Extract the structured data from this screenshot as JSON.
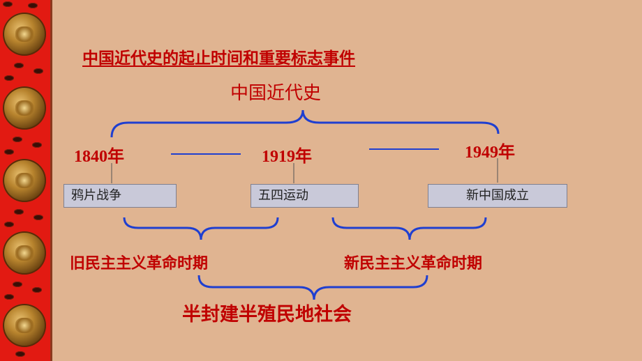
{
  "slide": {
    "title": "中国近代史的起止时间和重要标志事件",
    "top_label": "中国近代史",
    "years": [
      "1840年",
      "1919年",
      "1949年"
    ],
    "events": [
      "鸦片战争",
      "五四运动",
      "新中国成立"
    ],
    "periods": [
      "旧民主主义革命时期",
      "新民主主义革命时期"
    ],
    "society": "半封建半殖民地社会"
  },
  "colors": {
    "background": "#e0b491",
    "accent_red": "#c00000",
    "bracket_blue": "#1f3fd0",
    "event_box": "#c9c9d9",
    "border_red": "#e21a12"
  },
  "icons": [
    "lion-head-ornament-icon"
  ]
}
